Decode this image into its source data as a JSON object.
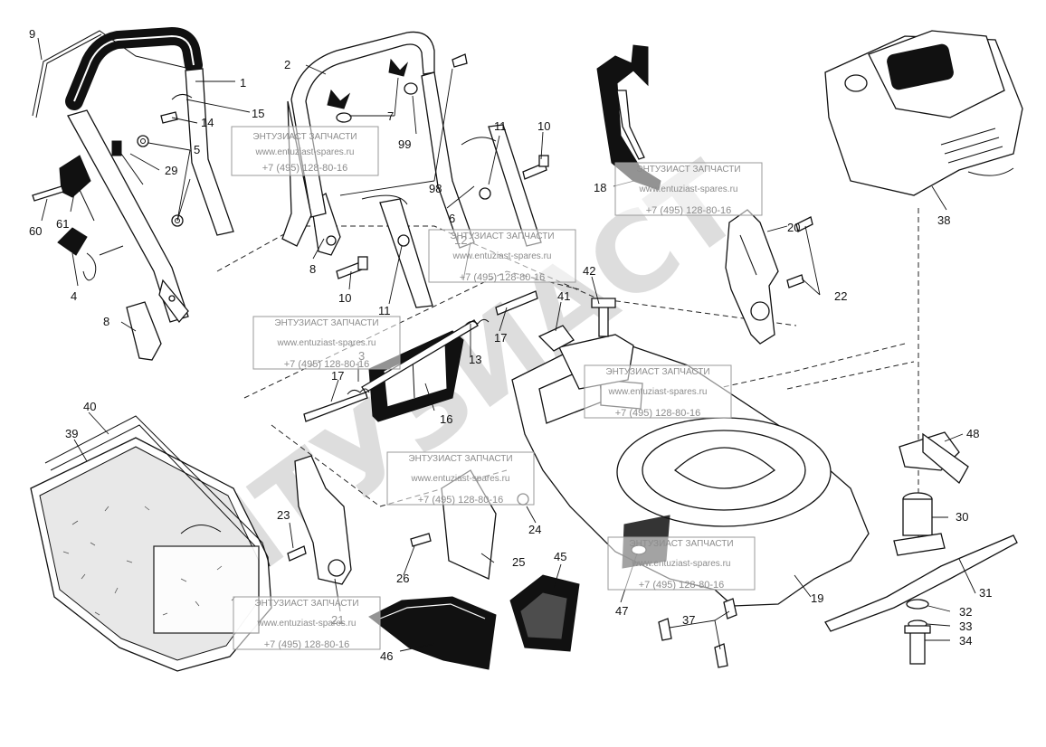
{
  "diagram": {
    "part_numbers": {
      "p1": "1",
      "p2": "2",
      "p3": "3",
      "p4": "4",
      "p5": "5",
      "p6": "6",
      "p7": "7",
      "p8a": "8",
      "p8b": "8",
      "p9": "9",
      "p10a": "10",
      "p10b": "10",
      "p11a": "11",
      "p11b": "11",
      "p12": "12",
      "p13": "13",
      "p14": "14",
      "p15": "15",
      "p16": "16",
      "p17a": "17",
      "p17b": "17",
      "p18": "18",
      "p19": "19",
      "p20": "20",
      "p21": "21",
      "p22": "22",
      "p23": "23",
      "p24": "24",
      "p25": "25",
      "p26": "26",
      "p29": "29",
      "p30": "30",
      "p31": "31",
      "p32": "32",
      "p33": "33",
      "p34": "34",
      "p37": "37",
      "p38": "38",
      "p39": "39",
      "p40": "40",
      "p41": "41",
      "p42": "42",
      "p45": "45",
      "p46": "46",
      "p47": "47",
      "p48": "48",
      "p60": "60",
      "p61": "61",
      "p98": "98",
      "p99": "99"
    },
    "stamp": {
      "name": "ЭНТУЗИАСТ ЗАПЧАСТИ",
      "url": "www.entuziast-spares.ru",
      "phone": "+7 (495) 128-80-16"
    },
    "watermark_text": "ЭНТУЗИАСТ"
  }
}
